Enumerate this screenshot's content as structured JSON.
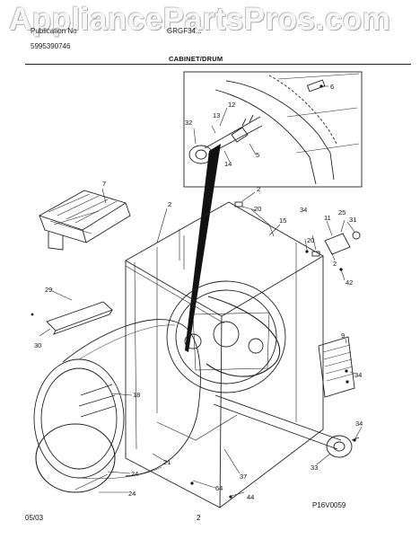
{
  "watermark": "AppliancePartsPros.com",
  "header": {
    "publication_label": "Publication No",
    "publication_number": "5995390746",
    "model": "GRGF34...",
    "section_title": "CABINET/DRUM"
  },
  "callouts": {
    "c6": "6",
    "c12": "12",
    "c13": "13",
    "c32": "32",
    "c5": "5",
    "c14": "14",
    "c7": "7",
    "c2a": "2",
    "c2b": "2",
    "c2c": "2",
    "c20a": "20",
    "c20b": "20",
    "c15": "15",
    "c34a": "34",
    "c34b": "34",
    "c34c": "34",
    "c11": "11",
    "c25": "25",
    "c31": "31",
    "c42": "42",
    "c29": "29",
    "c30": "30",
    "c9": "9",
    "c18": "18",
    "c21": "21",
    "c37": "37",
    "c24a": "24",
    "c24b": "24",
    "c64": "64",
    "c44": "44",
    "c33": "33"
  },
  "footer": {
    "date": "05/03",
    "page": "2",
    "figure_code": "P16V0059"
  }
}
